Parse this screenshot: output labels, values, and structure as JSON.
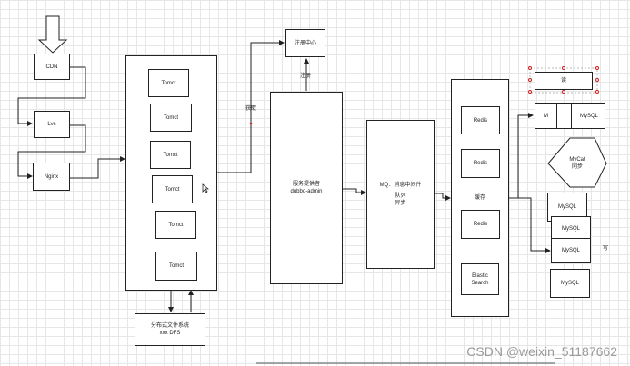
{
  "nodes": {
    "cdn": "CDN",
    "lvs": "Lvs",
    "nginx": "Nginx",
    "tomcat": [
      "Tomct",
      "Tomct",
      "Tomct",
      "Tomct",
      "Tomct",
      "Tomct"
    ],
    "registry": "注册中心",
    "service_line1": "服务提供者",
    "service_line2": "dubbo-admin",
    "mq_line1": "MQ：消息中间件",
    "mq_line2": "队列",
    "mq_line3": "异步",
    "cache_label": "缓存",
    "redis": [
      "Redis",
      "Redis",
      "Redis"
    ],
    "es_line1": "Elastic",
    "es_line2": "Search",
    "dfs_line1": "分布式文件系统",
    "dfs_line2": "xxx DFS",
    "mycat_line1": "MyCat",
    "mycat_line2": "同步",
    "read_box": "读",
    "mysql_m": "M",
    "mysql_top": "MySQL",
    "mysql_stack": [
      "MySQL",
      "MySQL",
      "MySQL",
      "MySQL"
    ],
    "write_label": "写"
  },
  "edge_labels": {
    "fetch": "获取",
    "register": "注册"
  },
  "watermark": "CSDN @weixin_51187662",
  "colors": {
    "line": "#222222",
    "grid": "#e6e6e6",
    "handle": "#cc2222",
    "watermark": "#9a9a9a"
  }
}
